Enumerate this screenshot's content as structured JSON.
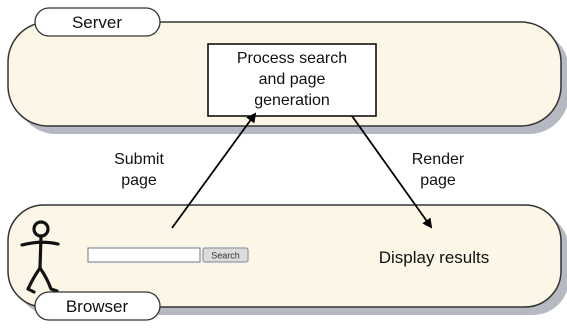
{
  "server": {
    "label": "Server"
  },
  "process_box": {
    "lines": [
      "Process search",
      "and page",
      "generation"
    ]
  },
  "submit_edge": {
    "lines": [
      "Submit",
      "page"
    ]
  },
  "render_edge": {
    "lines": [
      "Render",
      "page"
    ]
  },
  "browser": {
    "label": "Browser",
    "search_input_value": "",
    "search_button_label": "Search",
    "display_results_label": "Display results",
    "user_icon": "stick-figure-icon"
  },
  "colors": {
    "panel_fill": "#fbf6e6",
    "panel_stroke": "#333333",
    "panel_shadow": "#b6b9c2",
    "box_fill": "#ffffff",
    "arrow": "#000000",
    "figure": "#111111",
    "button_fill": "#dcdcdc"
  }
}
